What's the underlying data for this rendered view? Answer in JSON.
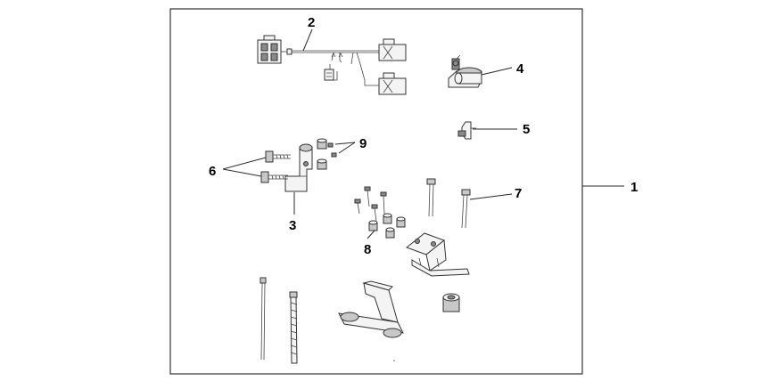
{
  "callouts": {
    "c1": "1",
    "c2": "2",
    "c3": "3",
    "c4": "4",
    "c5": "5",
    "c6": "6",
    "c7": "7",
    "c8": "8",
    "c9": "9"
  },
  "icons": {
    "wire_harness": "wire-harness-icon",
    "relay": "relay-icon",
    "clip": "clip-icon",
    "bracket": "bracket-icon",
    "bolt": "bolt-icon",
    "collar": "collar-icon",
    "stay": "stay-icon",
    "cable_tie": "cable-tie-icon",
    "stand": "stand-icon"
  },
  "colors": {
    "line": "#2a2a2a",
    "frame": "#333333",
    "background": "#ffffff"
  }
}
